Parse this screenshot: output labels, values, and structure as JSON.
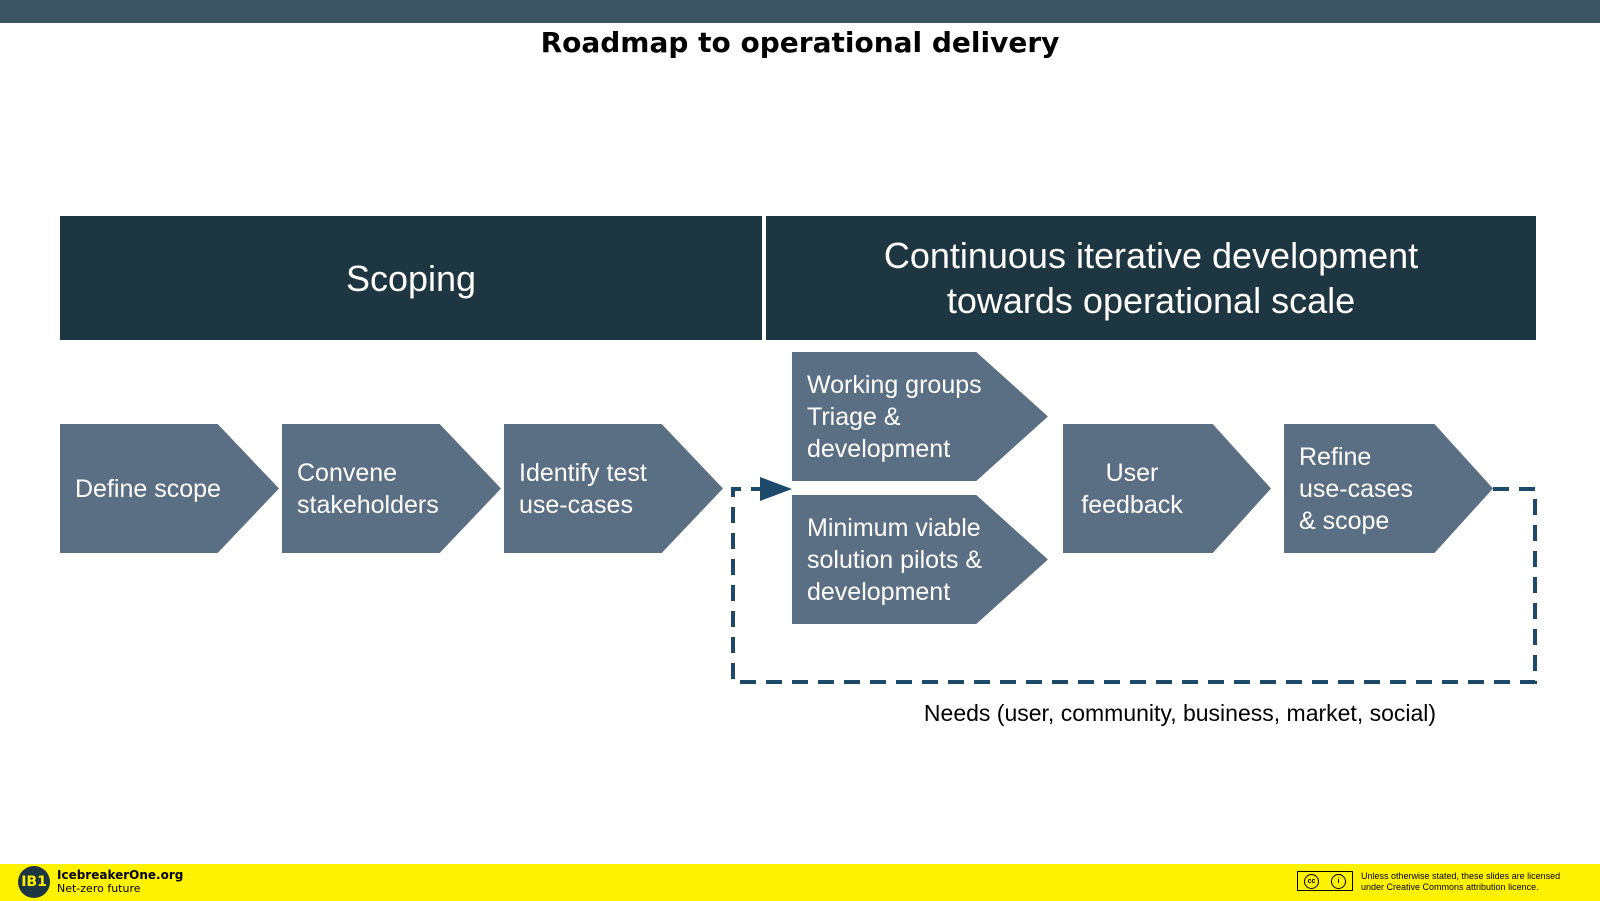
{
  "slide": {
    "title": "Roadmap to operational delivery"
  },
  "headers": {
    "scoping": "Scoping",
    "continuous": "Continuous iterative development\ntowards operational scale"
  },
  "steps": {
    "define_scope": "Define scope",
    "convene_stakeholders": "Convene\nstakeholders",
    "identify_test_use_cases": "Identify test\nuse-cases",
    "working_groups": "Working groups\nTriage &\ndevelopment",
    "mvs_pilots": "Minimum viable\nsolution pilots &\ndevelopment",
    "user_feedback": "User\nfeedback",
    "refine": "Refine\nuse-cases\n& scope"
  },
  "loop": {
    "label": "Needs (user, community, business, market, social)"
  },
  "footer": {
    "logo_text": "IB1",
    "org_name": "IcebreakerOne.org",
    "tagline": "Net-zero future",
    "license": "Unless otherwise stated, these slides are licensed\nunder Creative Commons attribution licence."
  },
  "colors": {
    "header_bg": "#1d3641",
    "chevron_bg": "#5b6f84",
    "loop_line": "#1d4a6b",
    "footer_bg": "#fff200",
    "top_bar": "#3c5562"
  }
}
